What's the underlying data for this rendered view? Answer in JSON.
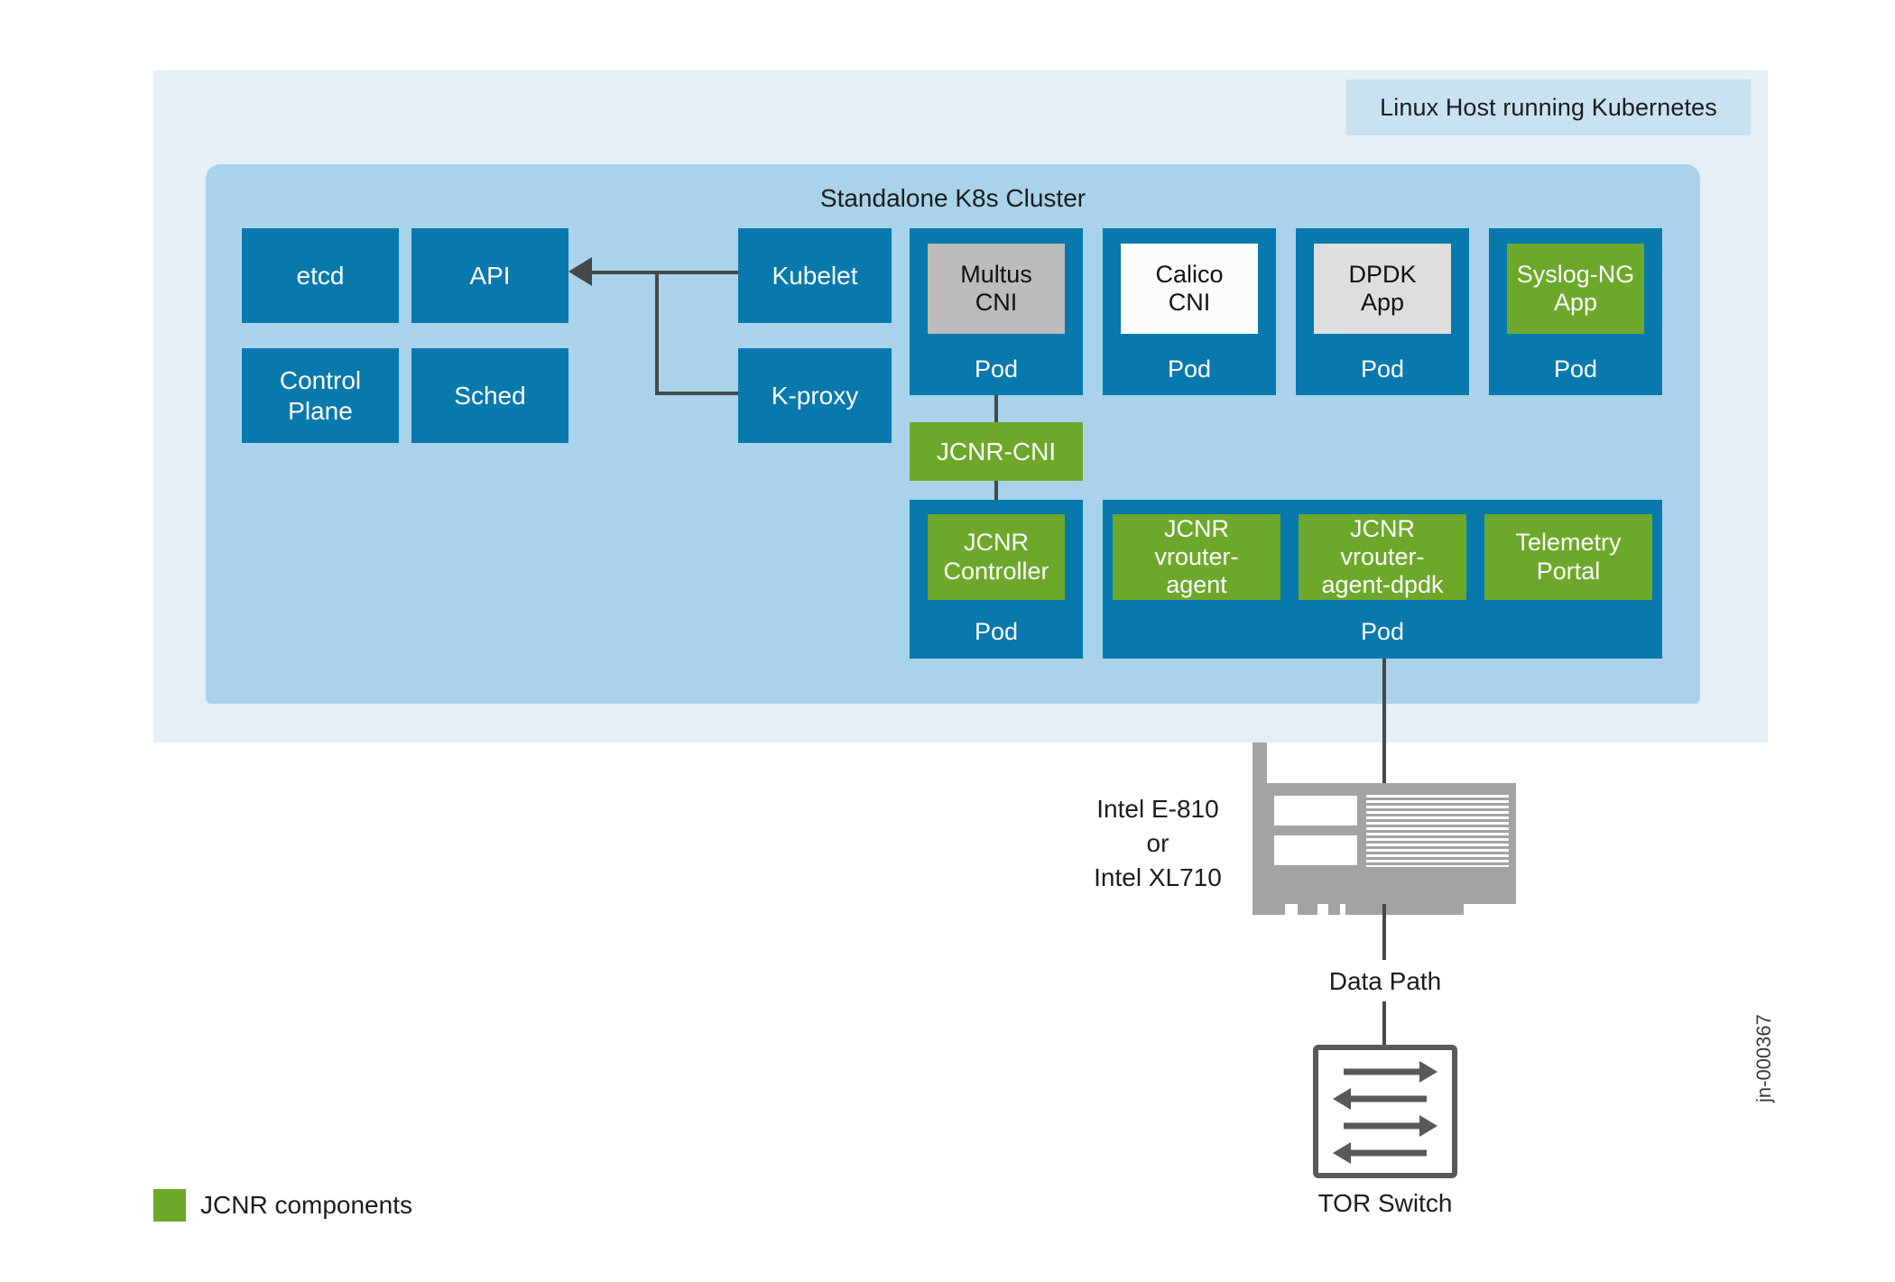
{
  "diagram": {
    "figure_id": "jn-000367",
    "colors": {
      "pod_blue": "#0879ad",
      "jcnr_green": "#6da82a",
      "cluster_blue": "#a9d3ea",
      "host_blue": "#e4eff6",
      "host_label_blue": "#c9e2f1",
      "connector_gray": "#444849"
    }
  },
  "host": {
    "label": "Linux Host running Kubernetes"
  },
  "cluster": {
    "title": "Standalone K8s Cluster",
    "control_boxes": [
      {
        "label": "etcd"
      },
      {
        "label": "API"
      },
      {
        "label": "Control\nPlane"
      },
      {
        "label": "Sched"
      },
      {
        "label": "Kubelet"
      },
      {
        "label": "K-proxy"
      }
    ],
    "top_pods": [
      {
        "component": "Multus\nCNI",
        "style": "gray",
        "pod_label": "Pod"
      },
      {
        "component": "Calico\nCNI",
        "style": "white",
        "pod_label": "Pod"
      },
      {
        "component": "DPDK\nApp",
        "style": "lgray",
        "pod_label": "Pod"
      },
      {
        "component": "Syslog-NG\nApp",
        "style": "green",
        "pod_label": "Pod"
      }
    ],
    "jcnr_cni": {
      "label": "JCNR-CNI"
    },
    "controller_pod": {
      "component": "JCNR\nController",
      "pod_label": "Pod"
    },
    "vrouter_pod": {
      "pod_label": "Pod",
      "components": [
        {
          "label": "JCNR\nvrouter-\nagent"
        },
        {
          "label": "JCNR\nvrouter-\nagent-dpdk"
        },
        {
          "label": "Telemetry\nPortal"
        }
      ]
    }
  },
  "nic": {
    "label": "Intel E-810\nor\nIntel XL710"
  },
  "data_path": {
    "label": "Data Path"
  },
  "tor_switch": {
    "label": "TOR Switch"
  },
  "legend": {
    "label": "JCNR components"
  }
}
